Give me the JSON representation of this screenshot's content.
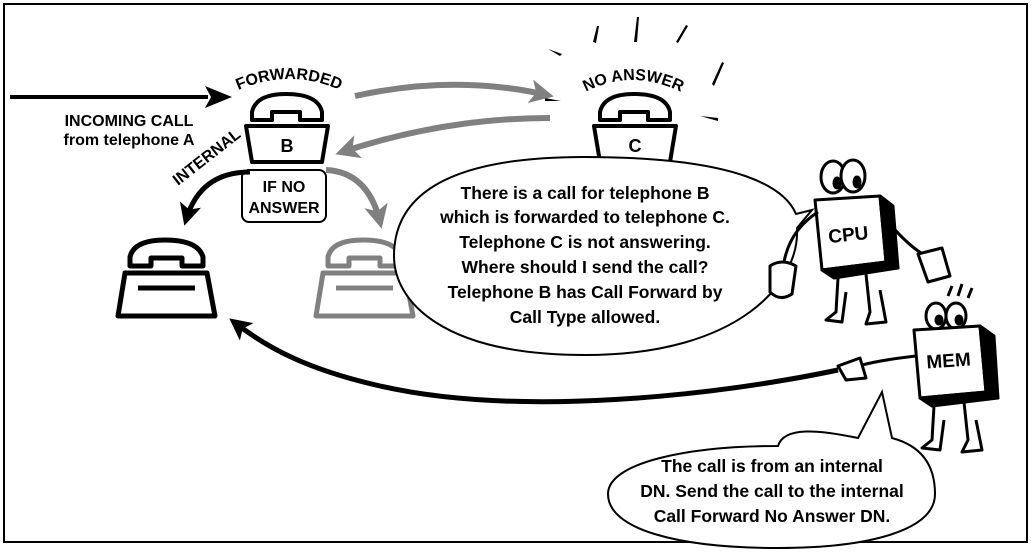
{
  "labels": {
    "incoming_line1": "INCOMING CALL",
    "incoming_line2": "from telephone A",
    "forwarded": "FORWARDED",
    "no_answer": "NO ANSWER",
    "internal": "INTERNAL",
    "if_no_line1": "IF NO",
    "if_no_line2": "ANSWER"
  },
  "phones": {
    "b_label": "B",
    "c_label": "C"
  },
  "robots": {
    "cpu_label": "CPU",
    "mem_label": "MEM"
  },
  "bubble_cpu": {
    "line1": "There is a call for telephone B",
    "line2": "which is forwarded to telephone C.",
    "line3": "Telephone C is not answering.",
    "line4": "Where should I send the call?",
    "line5": "Telephone B has Call Forward by",
    "line6": "Call Type allowed."
  },
  "bubble_mem": {
    "line1": "The call is from an internal",
    "line2": "DN. Send the call to the internal",
    "line3": "Call Forward No Answer DN."
  },
  "colors": {
    "ink": "#000000",
    "gray": "#808080",
    "background": "#ffffff"
  }
}
